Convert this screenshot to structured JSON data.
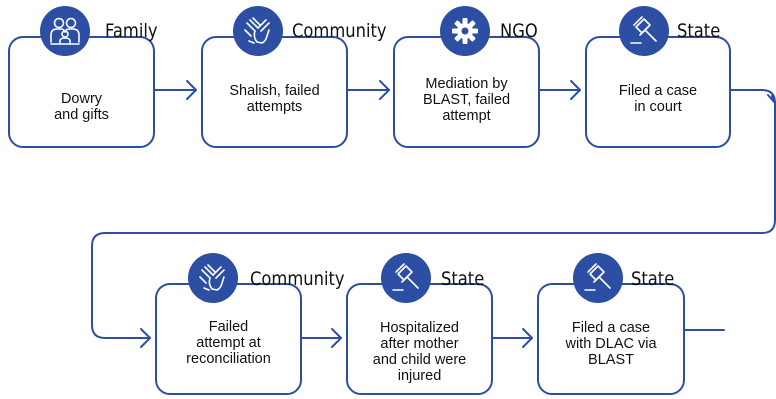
{
  "colors": {
    "accent": "#2c4ea3",
    "text": "#111111",
    "background": "#ffffff"
  },
  "steps": [
    {
      "actor": "Family",
      "icon": "family-icon",
      "text": "Dowry\nand gifts"
    },
    {
      "actor": "Community",
      "icon": "handshake-icon",
      "text": "Shalish, failed\nattempts"
    },
    {
      "actor": "NGO",
      "icon": "gear-icon",
      "text": "Mediation by\nBLAST, failed\nattempt"
    },
    {
      "actor": "State",
      "icon": "gavel-icon",
      "text": "Filed a case\nin court"
    },
    {
      "actor": "Community",
      "icon": "handshake-icon",
      "text": "Failed\nattempt at\nreconciliation"
    },
    {
      "actor": "State",
      "icon": "gavel-icon",
      "text": "Hospitalized\nafter mother\nand child were\ninjured"
    },
    {
      "actor": "State",
      "icon": "gavel-icon",
      "text": "Filed a case\nwith DLAC via\nBLAST"
    }
  ]
}
